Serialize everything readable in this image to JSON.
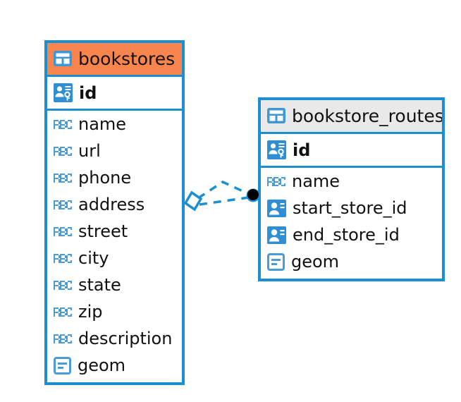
{
  "diagram": {
    "type": "entity-relationship-diagram",
    "background": "#ffffff",
    "accent_blue": "#1B8FD1",
    "icon_blue": "#4A9BD8",
    "header_orange": "#F9854E",
    "header_gray": "#E9E9E9",
    "entities": [
      {
        "name": "bookstores",
        "header_color": "#F9854E",
        "table_icon": "table-icon",
        "primary_key": {
          "label": "id",
          "icon": "primary-key-icon"
        },
        "fields": [
          {
            "label": "name",
            "icon": "abc-text-icon"
          },
          {
            "label": "url",
            "icon": "abc-text-icon"
          },
          {
            "label": "phone",
            "icon": "abc-text-icon"
          },
          {
            "label": "address",
            "icon": "abc-text-icon"
          },
          {
            "label": "street",
            "icon": "abc-text-icon"
          },
          {
            "label": "city",
            "icon": "abc-text-icon"
          },
          {
            "label": "state",
            "icon": "abc-text-icon"
          },
          {
            "label": "zip",
            "icon": "abc-text-icon"
          },
          {
            "label": "description",
            "icon": "abc-text-icon"
          },
          {
            "label": "geom",
            "icon": "geometry-icon"
          }
        ]
      },
      {
        "name": "bookstore_routes",
        "header_color": "#E9E9E9",
        "table_icon": "table-icon",
        "primary_key": {
          "label": "id",
          "icon": "primary-key-icon"
        },
        "fields": [
          {
            "label": "name",
            "icon": "abc-text-icon"
          },
          {
            "label": "start_store_id",
            "icon": "foreign-key-icon"
          },
          {
            "label": "end_store_id",
            "icon": "foreign-key-icon"
          },
          {
            "label": "geom",
            "icon": "geometry-icon"
          }
        ]
      }
    ],
    "relationship": {
      "from_entity": "bookstores",
      "to_entity": "bookstore_routes",
      "from_symbol": "diamond-endpoint",
      "to_symbol": "filled-dot-endpoint",
      "line_style": "dashed",
      "line_color": "#1B8FD1",
      "dot_color": "#000000"
    }
  }
}
